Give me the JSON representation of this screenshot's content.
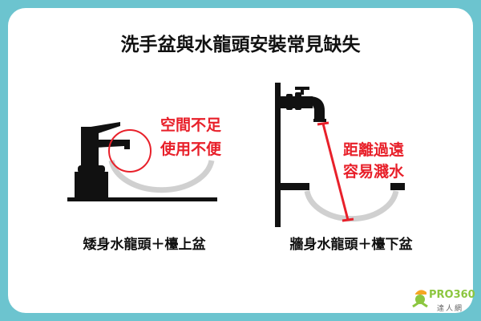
{
  "title": "洗手盆與水龍頭安裝常見缺失",
  "left": {
    "caption": "矮身水龍頭＋檯上盆",
    "note_line1": "空間不足",
    "note_line2": "使用不便"
  },
  "right": {
    "caption": "牆身水龍頭＋檯下盆",
    "note_line1": "距離過遠",
    "note_line2": "容易濺水"
  },
  "logo": {
    "text": "PRO360",
    "subtext": "達人網"
  },
  "colors": {
    "background": "#6cc4cf",
    "accent": "#e8202a",
    "basin": "#d0d0d0"
  }
}
